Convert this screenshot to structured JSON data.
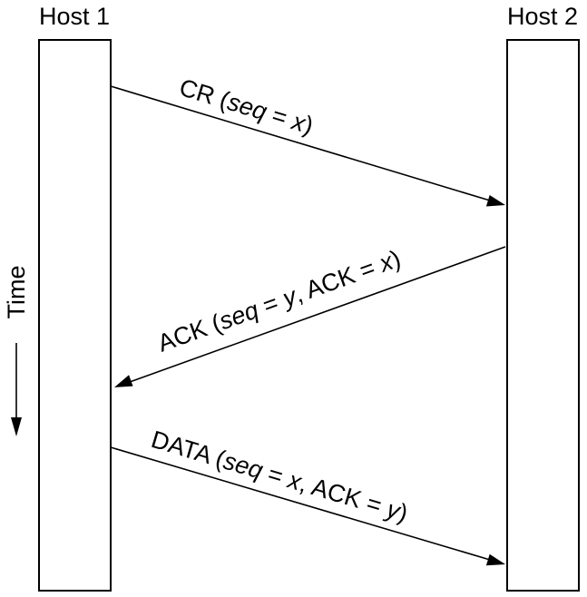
{
  "hosts": [
    {
      "label": "Host 1"
    },
    {
      "label": "Host 2"
    }
  ],
  "time_axis": {
    "label": "Time"
  },
  "messages": [
    {
      "from": "Host 1",
      "to": "Host 2",
      "label_parts": [
        {
          "text": "CR (",
          "italic": false
        },
        {
          "text": "seq",
          "italic": true
        },
        {
          "text": " = ",
          "italic": false
        },
        {
          "text": "x",
          "italic": true
        },
        {
          "text": ")",
          "italic": false
        }
      ]
    },
    {
      "from": "Host 2",
      "to": "Host 1",
      "label_parts": [
        {
          "text": "ACK (",
          "italic": false
        },
        {
          "text": "seq",
          "italic": true
        },
        {
          "text": " = ",
          "italic": false
        },
        {
          "text": "y",
          "italic": true
        },
        {
          "text": ", ACK = ",
          "italic": false
        },
        {
          "text": "x",
          "italic": true
        },
        {
          "text": ")",
          "italic": false
        }
      ]
    },
    {
      "from": "Host 1",
      "to": "Host 2",
      "label_parts": [
        {
          "text": "DATA (",
          "italic": false
        },
        {
          "text": "seq",
          "italic": true
        },
        {
          "text": " = ",
          "italic": false
        },
        {
          "text": "x",
          "italic": true
        },
        {
          "text": ", ACK = ",
          "italic": false
        },
        {
          "text": "y",
          "italic": true
        },
        {
          "text": ")",
          "italic": false
        }
      ]
    }
  ]
}
